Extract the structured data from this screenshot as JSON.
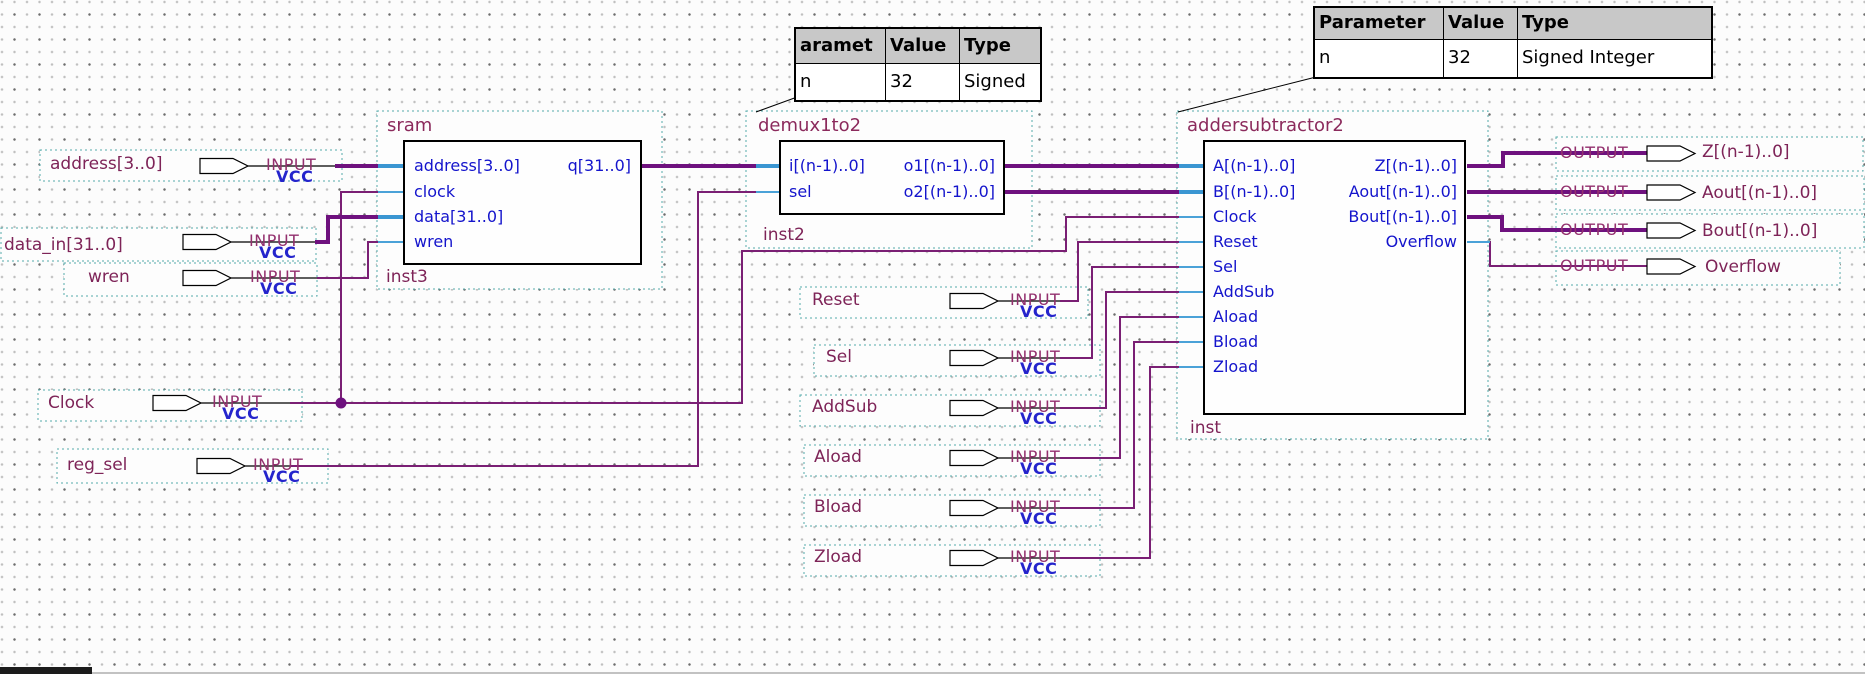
{
  "labels": {
    "input": "INPUT",
    "output": "OUTPUT",
    "vcc": "VCC"
  },
  "tables": {
    "table1": {
      "headers": [
        "aramet",
        "Value",
        "Type"
      ],
      "row": [
        "n",
        "32",
        "Signed"
      ]
    },
    "table2": {
      "headers": [
        "Parameter",
        "Value",
        "Type"
      ],
      "row": [
        "n",
        "32",
        "Signed Integer"
      ]
    }
  },
  "pins": {
    "left": [
      {
        "name": "address[3..0]"
      },
      {
        "name": "data_in[31..0]"
      },
      {
        "name": "wren"
      },
      {
        "name": "Clock"
      },
      {
        "name": "reg_sel"
      }
    ],
    "middle": [
      {
        "name": "Reset"
      },
      {
        "name": "Sel"
      },
      {
        "name": "AddSub"
      },
      {
        "name": "Aload"
      },
      {
        "name": "Bload"
      },
      {
        "name": "Zload"
      }
    ],
    "outputs": [
      {
        "name": "Z[(n-1)..0]"
      },
      {
        "name": "Aout[(n-1)..0]"
      },
      {
        "name": "Bout[(n-1)..0]"
      },
      {
        "name": "Overflow"
      }
    ]
  },
  "blocks": {
    "sram": {
      "title": "sram",
      "instance": "inst3",
      "left": [
        "address[3..0]",
        "clock",
        "data[31..0]",
        "wren"
      ],
      "right": [
        "q[31..0]"
      ]
    },
    "demux": {
      "title": "demux1to2",
      "instance": "inst2",
      "left": [
        "i[(n-1)..0]",
        "sel"
      ],
      "right": [
        "o1[(n-1)..0]",
        "o2[(n-1)..0]"
      ]
    },
    "addsub": {
      "title": "addersubtractor2",
      "instance": "inst",
      "left": [
        "A[(n-1)..0]",
        "B[(n-1)..0]",
        "Clock",
        "Reset",
        "Sel",
        "AddSub",
        "Aload",
        "Bload",
        "Zload"
      ],
      "right": [
        "Z[(n-1)..0]",
        "Aout[(n-1)..0]",
        "Bout[(n-1)..0]",
        "Overflow"
      ]
    }
  },
  "colors": {
    "bus_wire": "#6E117E",
    "net_wire": "#7A1F74",
    "port_stub_bus": "#3A96D2",
    "port_stub_net": "#4AA2D8",
    "port_text": "#1414CC",
    "label_text": "#7E2458",
    "io_text": "#93306E",
    "vcc_text": "#2424CC",
    "table_header_bg": "#C8C8C8",
    "selection_dotted": "#55AAAA"
  }
}
